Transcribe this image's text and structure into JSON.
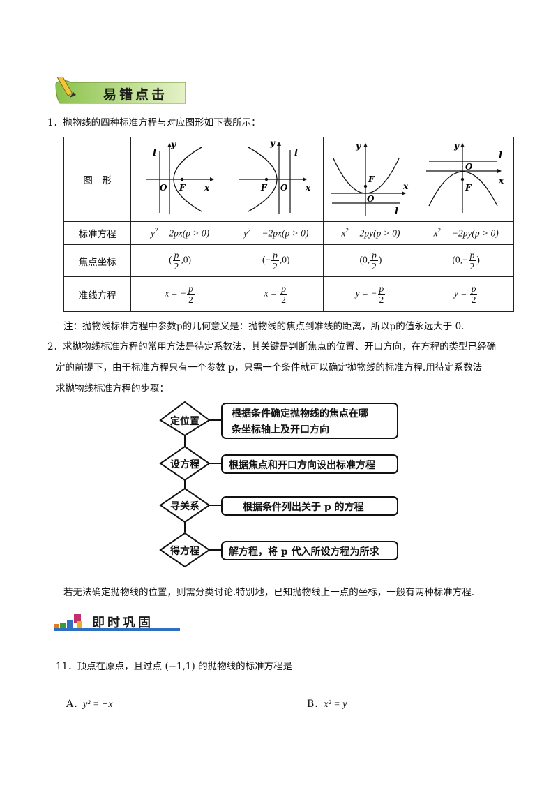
{
  "sections": {
    "error_points": "易错点击",
    "practice": "即时巩固"
  },
  "item1": {
    "text": "1．抛物线的四种标准方程与对应图形如下表所示："
  },
  "table": {
    "row_headers": [
      "图　形",
      "标准方程",
      "焦点坐标",
      "准线方程"
    ],
    "graph_labels": {
      "y": "y",
      "x": "x",
      "O": "O",
      "F": "F",
      "l": "l"
    },
    "equations": [
      {
        "lhs": "y",
        "pow": "2",
        "rhs": " = 2px(p > 0)"
      },
      {
        "lhs": "y",
        "pow": "2",
        "rhs": " = −2px(p > 0)"
      },
      {
        "lhs": "x",
        "pow": "2",
        "rhs": " = 2py(p > 0)"
      },
      {
        "lhs": "x",
        "pow": "2",
        "rhs": " = −2py(p > 0)"
      }
    ],
    "foci": [
      {
        "pre": "(",
        "num": "p",
        "den": "2",
        "post": ",0)"
      },
      {
        "pre": "(−",
        "num": "p",
        "den": "2",
        "post": ",0)"
      },
      {
        "pre": "(0,",
        "num": "p",
        "den": "2",
        "post": ")"
      },
      {
        "pre": "(0,−",
        "num": "p",
        "den": "2",
        "post": ")"
      }
    ],
    "directrices": [
      {
        "pre": "x = −",
        "num": "p",
        "den": "2"
      },
      {
        "pre": "x = ",
        "num": "p",
        "den": "2"
      },
      {
        "pre": "y = −",
        "num": "p",
        "den": "2"
      },
      {
        "pre": "y = ",
        "num": "p",
        "den": "2"
      }
    ]
  },
  "note": "注：抛物线标准方程中参数p的几何意义是：抛物线的焦点到准线的距离，所以p的值永远大于 0.",
  "item2": {
    "line1": "2．求抛物线标准方程的常用方法是待定系数法，其关键是判断焦点的位置、开口方向，在方程的类型已经确",
    "line2": "定的前提下，由于标准方程只有一个参数 p，只需一个条件就可以确定抛物线的标准方程.用待定系数法",
    "line3": "求抛物线标准方程的步骤："
  },
  "flowchart": {
    "steps": [
      {
        "label": "定位置",
        "desc1": "根据条件确定抛物线的焦点在哪",
        "desc2": "条坐标轴上及开口方向"
      },
      {
        "label": "设方程",
        "desc1": "根据焦点和开口方向设出标准方程"
      },
      {
        "label": "寻关系",
        "desc1": "根据条件列出关于 p 的方程"
      },
      {
        "label": "得方程",
        "desc1": "解方程，将 p 代入所设方程为所求"
      }
    ]
  },
  "conclusion": "若无法确定抛物线的位置，则需分类讨论.特别地，已知抛物线上一点的坐标，一般有两种标准方程.",
  "question": {
    "stem": "11．顶点在原点，且过点 (−1,1) 的抛物线的标准方程是",
    "options": [
      {
        "letter": "A．",
        "text": "y² = −x"
      },
      {
        "letter": "B．",
        "text": "x² = y"
      }
    ]
  }
}
